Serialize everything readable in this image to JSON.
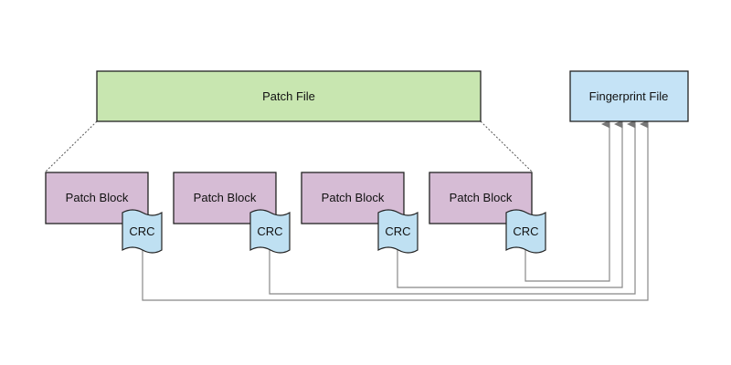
{
  "colors": {
    "patch_file_fill": "#c8e6b0",
    "patch_block_fill": "#d6bcd5",
    "crc_fill": "#bfe0f2",
    "fingerprint_fill": "#c5e3f6",
    "stroke": "#222222",
    "connector": "#888888"
  },
  "patch_file": {
    "label": "Patch File"
  },
  "fingerprint_file": {
    "label": "Fingerprint File"
  },
  "patch_blocks": [
    {
      "label": "Patch Block",
      "crc_label": "CRC"
    },
    {
      "label": "Patch Block",
      "crc_label": "CRC"
    },
    {
      "label": "Patch Block",
      "crc_label": "CRC"
    },
    {
      "label": "Patch Block",
      "crc_label": "CRC"
    }
  ]
}
